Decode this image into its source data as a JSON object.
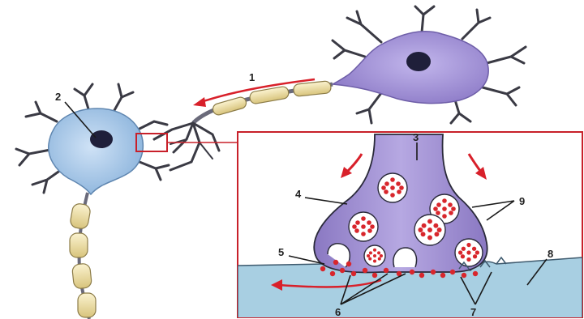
{
  "labels": [
    {
      "id": "1",
      "text": "1"
    },
    {
      "id": "2",
      "text": "2"
    },
    {
      "id": "3",
      "text": "3"
    },
    {
      "id": "4",
      "text": "4"
    },
    {
      "id": "5",
      "text": "5"
    },
    {
      "id": "6",
      "text": "6"
    },
    {
      "id": "7",
      "text": "7"
    },
    {
      "id": "8",
      "text": "8"
    },
    {
      "id": "9",
      "text": "9"
    }
  ],
  "colors": {
    "presynaptic_neuron": "#a89ad8",
    "postsynaptic_neuron": "#a8c8ea",
    "nucleus": "#1f1f3a",
    "myelin": "#f0e2a8",
    "inset_border": "#c8202a",
    "arrow": "#d8202a",
    "terminal": "#9c8cd0",
    "synaptic_cleft_membrane": "#a8cfe2",
    "neurotransmitter": "#d8262c",
    "vesicle": "#ffffff"
  }
}
